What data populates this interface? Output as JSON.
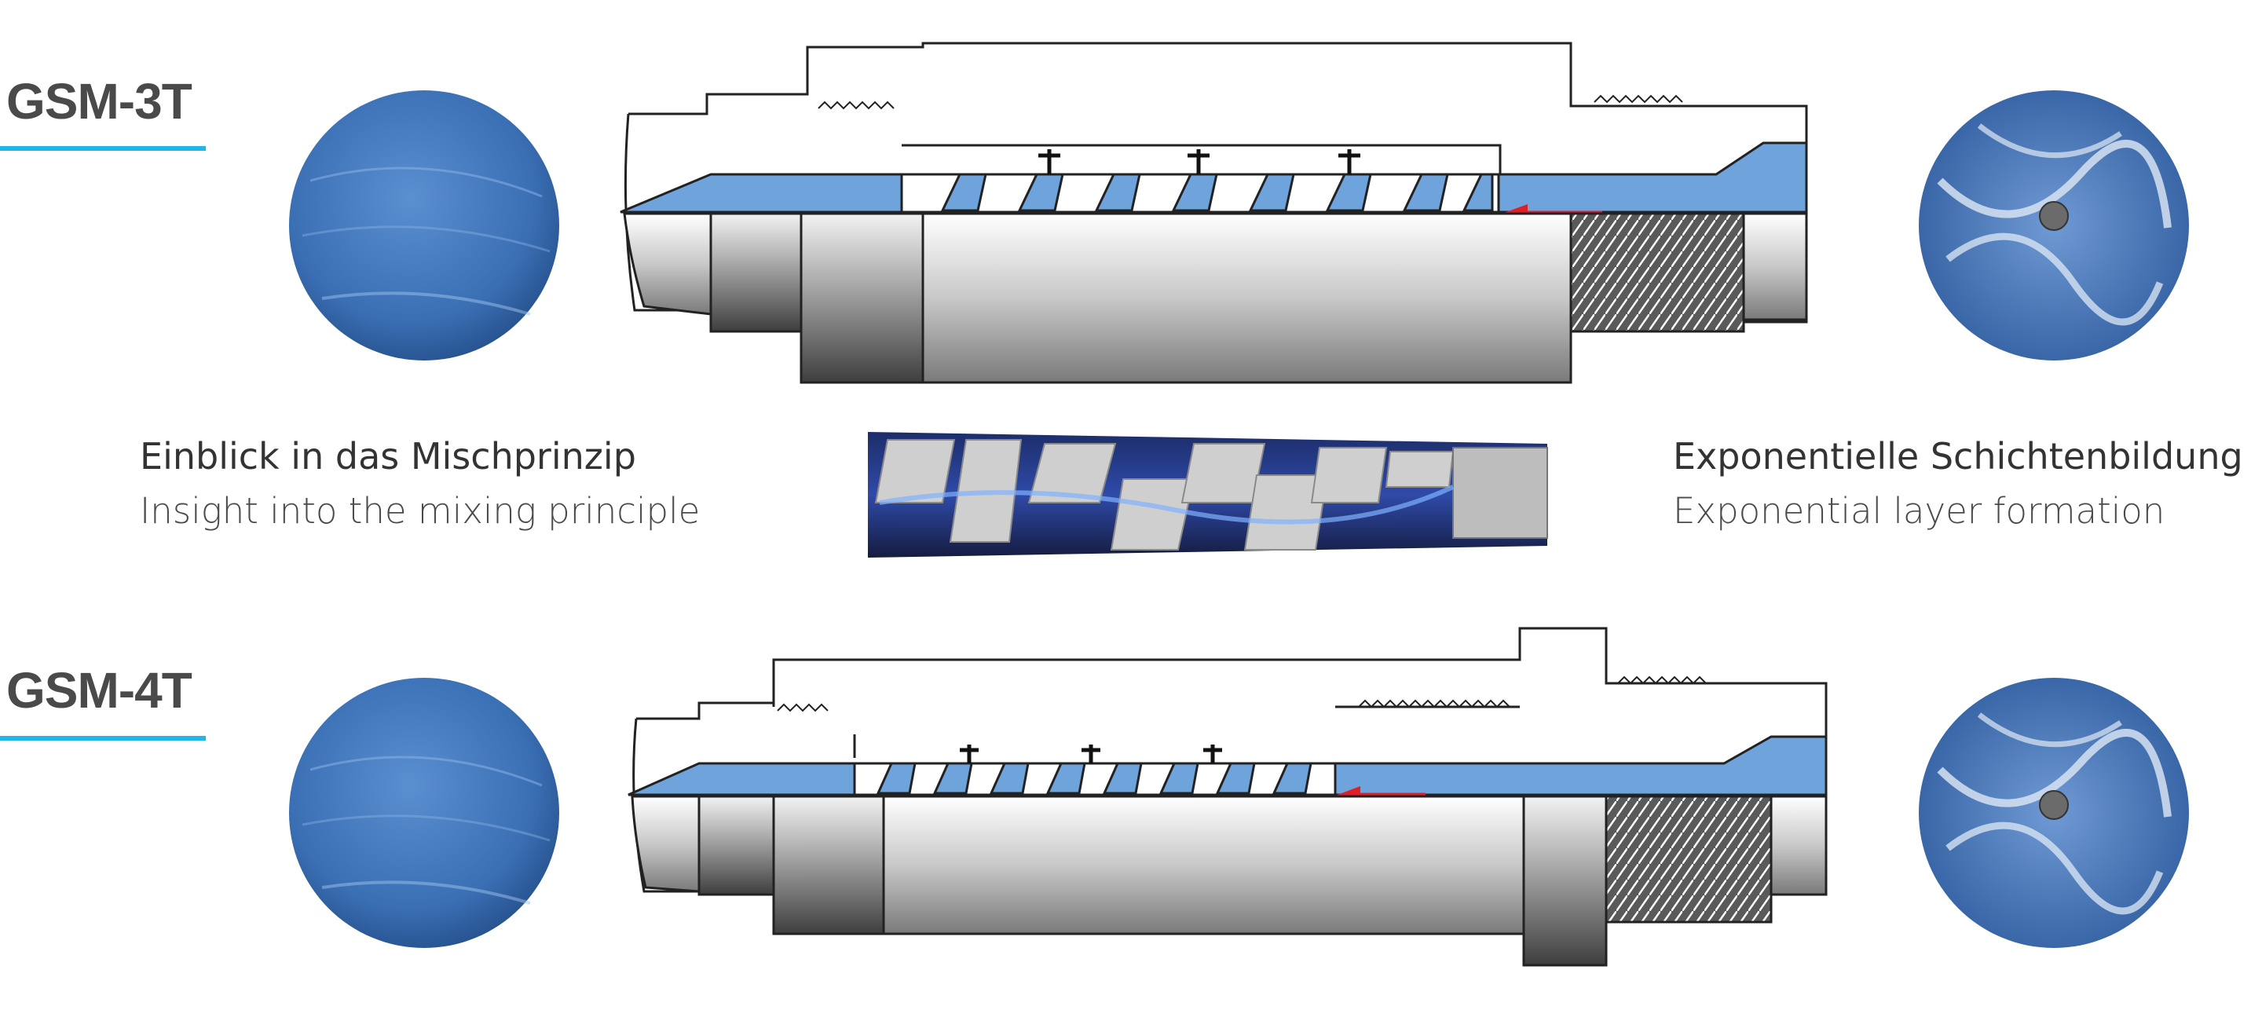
{
  "models": [
    {
      "name": "GSM-3T"
    },
    {
      "name": "GSM-4T"
    }
  ],
  "captions": {
    "left": {
      "de": "Einblick in das Mischprinzip",
      "en": "Insight into the mixing principle"
    },
    "right": {
      "de": "Exponentielle Schichtenbildung",
      "en": "Exponential layer formation"
    }
  },
  "colors": {
    "title": "#4a4a4a",
    "underline": "#1fb6e8",
    "channel": "#6fa3dc",
    "flow_arrow": "#e01e25",
    "sample_blue": "#3f78c0"
  }
}
